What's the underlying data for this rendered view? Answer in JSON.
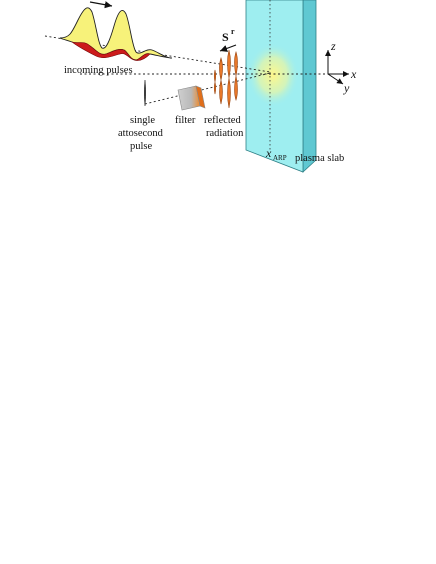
{
  "labels": {
    "incoming": "incoming pulses",
    "single_1": "single",
    "single_2": "attosecond",
    "single_3": "pulse",
    "filter": "filter",
    "reflected_1": "reflected",
    "reflected_2": "radiation",
    "sr_main": "S",
    "sr_sup": "r",
    "xarp_main": "x",
    "xarp_sub": "ARP",
    "plasma": "plasma slab",
    "axis_z": "z",
    "axis_x": "x",
    "axis_y": "y"
  },
  "colors": {
    "slab_front": "#9eeef0",
    "slab_side": "#5fc8d2",
    "slab_edge": "#2e7f86",
    "glow_center": "#fff78a",
    "pulse_yellow": "#f7f27a",
    "pulse_red": "#cc1b1b",
    "reflected": "#e8782a",
    "filter_light": "#d8d8d8",
    "filter_dark": "#f08a2a"
  }
}
